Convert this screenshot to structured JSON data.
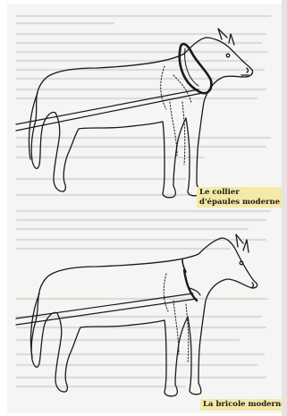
{
  "figures": [
    {
      "caption_line1": "Le collier",
      "caption_line2": "d'épaules moderne"
    },
    {
      "caption_line1": "La bricole moderne"
    }
  ],
  "colors": {
    "ink": "#1a1a1a",
    "highlight": "#f4e9a6",
    "paper": "#f5f5f3"
  }
}
